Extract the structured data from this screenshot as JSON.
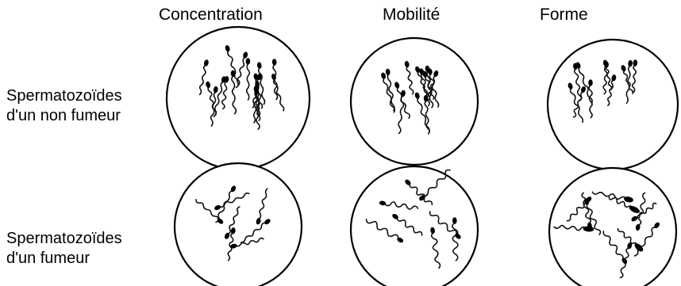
{
  "columns": {
    "concentration": "Concentration",
    "mobility": "Mobilité",
    "shape": "Forme"
  },
  "rows": {
    "non_smoker": {
      "line1": "Spermatozoïdes",
      "line2": "d'un non fumeur"
    },
    "smoker": {
      "line1": "Spermatozoïdes",
      "line2": "d'un fumeur"
    }
  },
  "panels": [
    {
      "row": "non_smoker",
      "column": "concentration",
      "sperm_count": 18
    },
    {
      "row": "non_smoker",
      "column": "mobility",
      "sperm_count": 13
    },
    {
      "row": "non_smoker",
      "column": "shape",
      "sperm_count": 11
    },
    {
      "row": "smoker",
      "column": "concentration",
      "sperm_count": 8
    },
    {
      "row": "smoker",
      "column": "mobility",
      "sperm_count": 8
    },
    {
      "row": "smoker",
      "column": "shape",
      "sperm_count": 12
    }
  ]
}
